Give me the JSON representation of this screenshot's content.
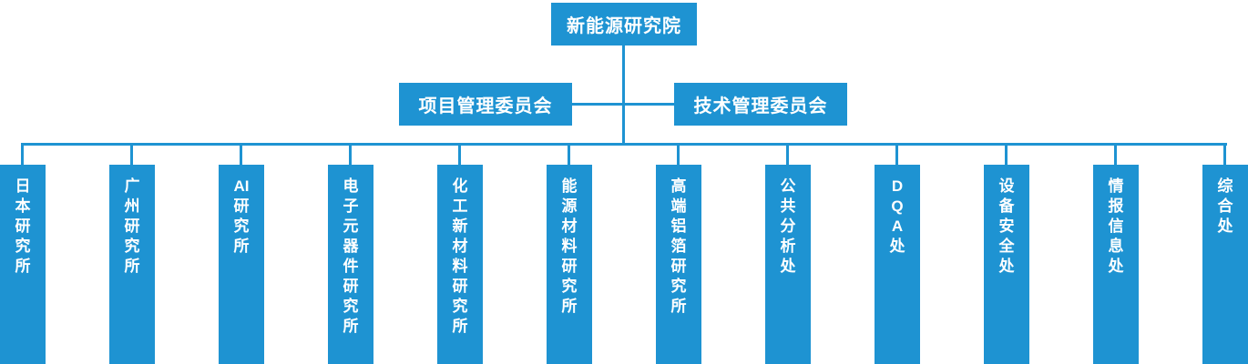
{
  "diagram": {
    "type": "org-chart",
    "accent_color": "#1E93D2",
    "text_color": "#ffffff",
    "root": {
      "label": "新能源研究院"
    },
    "committees": [
      {
        "label": "项目管理委员会"
      },
      {
        "label": "技术管理委员会"
      }
    ],
    "departments": [
      {
        "name": "日本研究所",
        "display": "日\n本\n研\n究\n所"
      },
      {
        "name": "广州研究所",
        "display": "广\n州\n研\n究\n所"
      },
      {
        "name": "AI研究所",
        "display": "AI\n研\n究\n所"
      },
      {
        "name": "电子元器件研究所",
        "display": "电\n子\n元\n器\n件\n研\n究\n所"
      },
      {
        "name": "化工新材料研究所",
        "display": "化\n工\n新\n材\n料\n研\n究\n所"
      },
      {
        "name": "能源材料研究所",
        "display": "能\n源\n材\n料\n研\n究\n所"
      },
      {
        "name": "高端铝箔研究所",
        "display": "高\n端\n铝\n箔\n研\n究\n所"
      },
      {
        "name": "公共分析处",
        "display": "公\n共\n分\n析\n处"
      },
      {
        "name": "DQA处",
        "display": "D\nQ\nA\n处"
      },
      {
        "name": "设备安全处",
        "display": "设\n备\n安\n全\n处"
      },
      {
        "name": "情报信息处",
        "display": "情\n报\n信\n息\n处"
      },
      {
        "name": "综合处",
        "display": "综\n合\n处"
      }
    ]
  }
}
